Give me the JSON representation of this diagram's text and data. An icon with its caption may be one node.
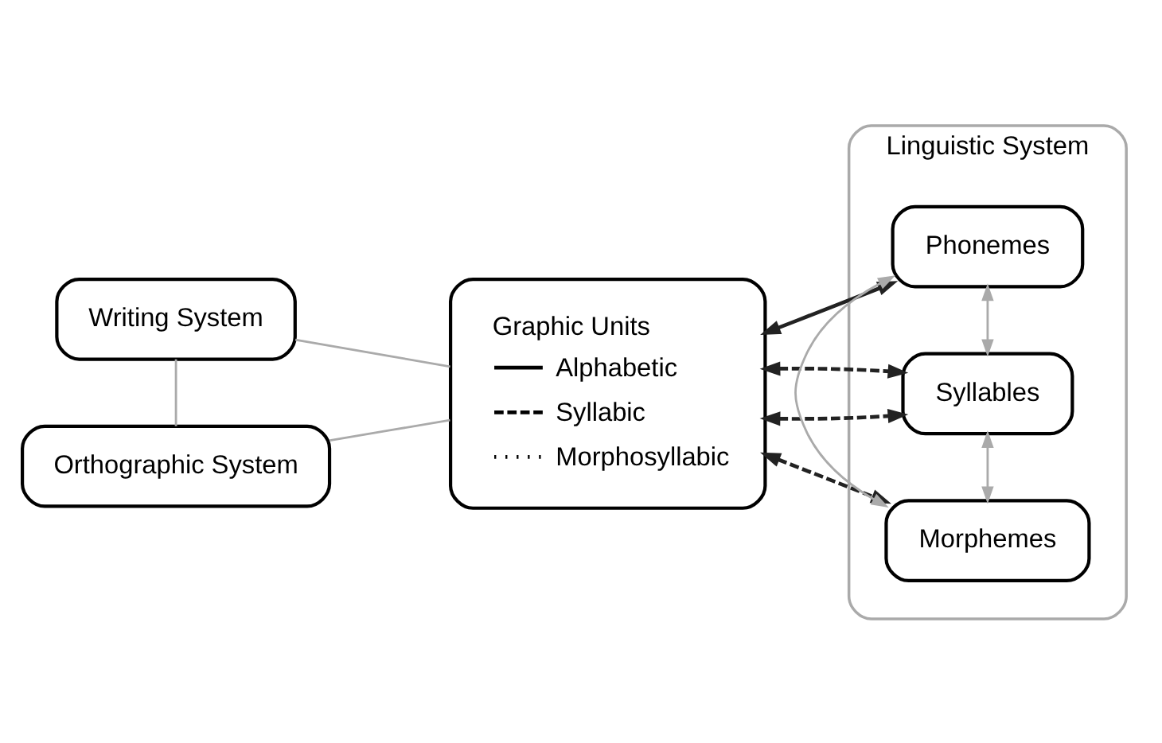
{
  "diagram": {
    "nodes": [
      {
        "text": [
          "Writing System"
        ]
      },
      {
        "text": [
          "Orthographic System"
        ]
      },
      {
        "text": [
          "Graphic Units"
        ]
      },
      {
        "text": [
          "Linguistic System"
        ]
      },
      {
        "text": [
          "Phonemes"
        ],
        "in": 3
      },
      {
        "text": [
          "Syllables"
        ],
        "in": 3
      },
      {
        "text": [
          "Morphemes"
        ],
        "in": 3
      }
    ],
    "edges": [
      {
        "from": 0,
        "to": 1,
        "arrow": "none"
      },
      {
        "from": 0,
        "to": 2,
        "arrow": "none"
      },
      {
        "from": 1,
        "to": 2,
        "arrow": "none"
      },
      {
        "from": 2,
        "to": 4,
        "arrow": "both",
        "color": "#222222"
      },
      {
        "from": 2,
        "to": 5,
        "arrow": "both",
        "style": "dashed",
        "color": "#222222"
      },
      {
        "from": 2,
        "to": 5,
        "arrow": "both",
        "style": "dashed",
        "color": "#222222"
      },
      {
        "from": 2,
        "to": 6,
        "arrow": "both",
        "style": "dashed",
        "color": "#222222"
      },
      {
        "from": 4,
        "to": 5,
        "arrow": "both"
      },
      {
        "from": 5,
        "to": 6,
        "arrow": "both"
      },
      {
        "from": 6,
        "to": 4,
        "arrow": "both"
      }
    ],
    "legend": [
      {
        "text": "Alphabetic"
      },
      {
        "text": "Syllabic"
      },
      {
        "text": "Morphosyllabic"
      }
    ]
  }
}
